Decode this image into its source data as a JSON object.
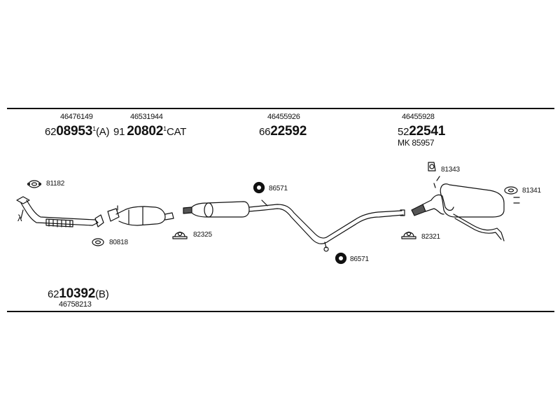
{
  "diagram": {
    "top_left_part": {
      "oe": "46476149",
      "prefix": "62",
      "code": "08953",
      "mark": "1",
      "suffix": "(A)"
    },
    "cat_part": {
      "oe": "46531944",
      "prefix": "91",
      "code": "20802",
      "mark": "1",
      "suffix": "CAT"
    },
    "mid_part": {
      "oe": "46455926",
      "prefix": "66",
      "code": "22592"
    },
    "rear_part": {
      "oe": "46455928",
      "prefix": "52",
      "code": "22541",
      "kit": "MK  85957"
    },
    "front_pipe": {
      "prefix": "62",
      "code": "10392",
      "suffix": "(B)",
      "oe": "46758213"
    },
    "refs": {
      "r81182": "81182",
      "r80818": "80818",
      "r82325": "82325",
      "r86571a": "86571",
      "r86571b": "86571",
      "r81343": "81343",
      "r81341": "81341",
      "r82321": "82321"
    },
    "lambda": "λ"
  },
  "colors": {
    "line": "#111111",
    "background": "#ffffff",
    "shade": "#888888"
  }
}
